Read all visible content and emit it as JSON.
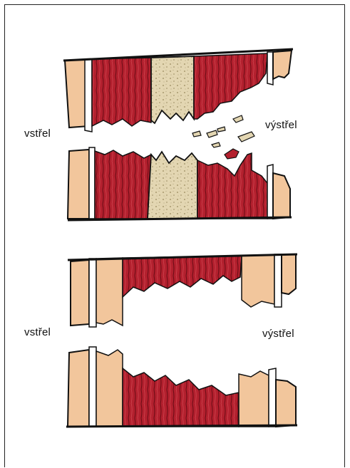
{
  "diagrams": [
    {
      "id": "bone-with-muscle",
      "entry_label": "vstřel",
      "exit_label": "výstřel"
    },
    {
      "id": "muscle-only",
      "entry_label": "vstřel",
      "exit_label": "výstřel"
    }
  ],
  "colors": {
    "skin": "#f2c69c",
    "muscle": "#b3202e",
    "muscle_dark": "#7a0e18",
    "bone": "#e3d6b2",
    "bone_dots": "#a8996f",
    "outline": "#111111",
    "fat_layer": "#ffffff"
  }
}
